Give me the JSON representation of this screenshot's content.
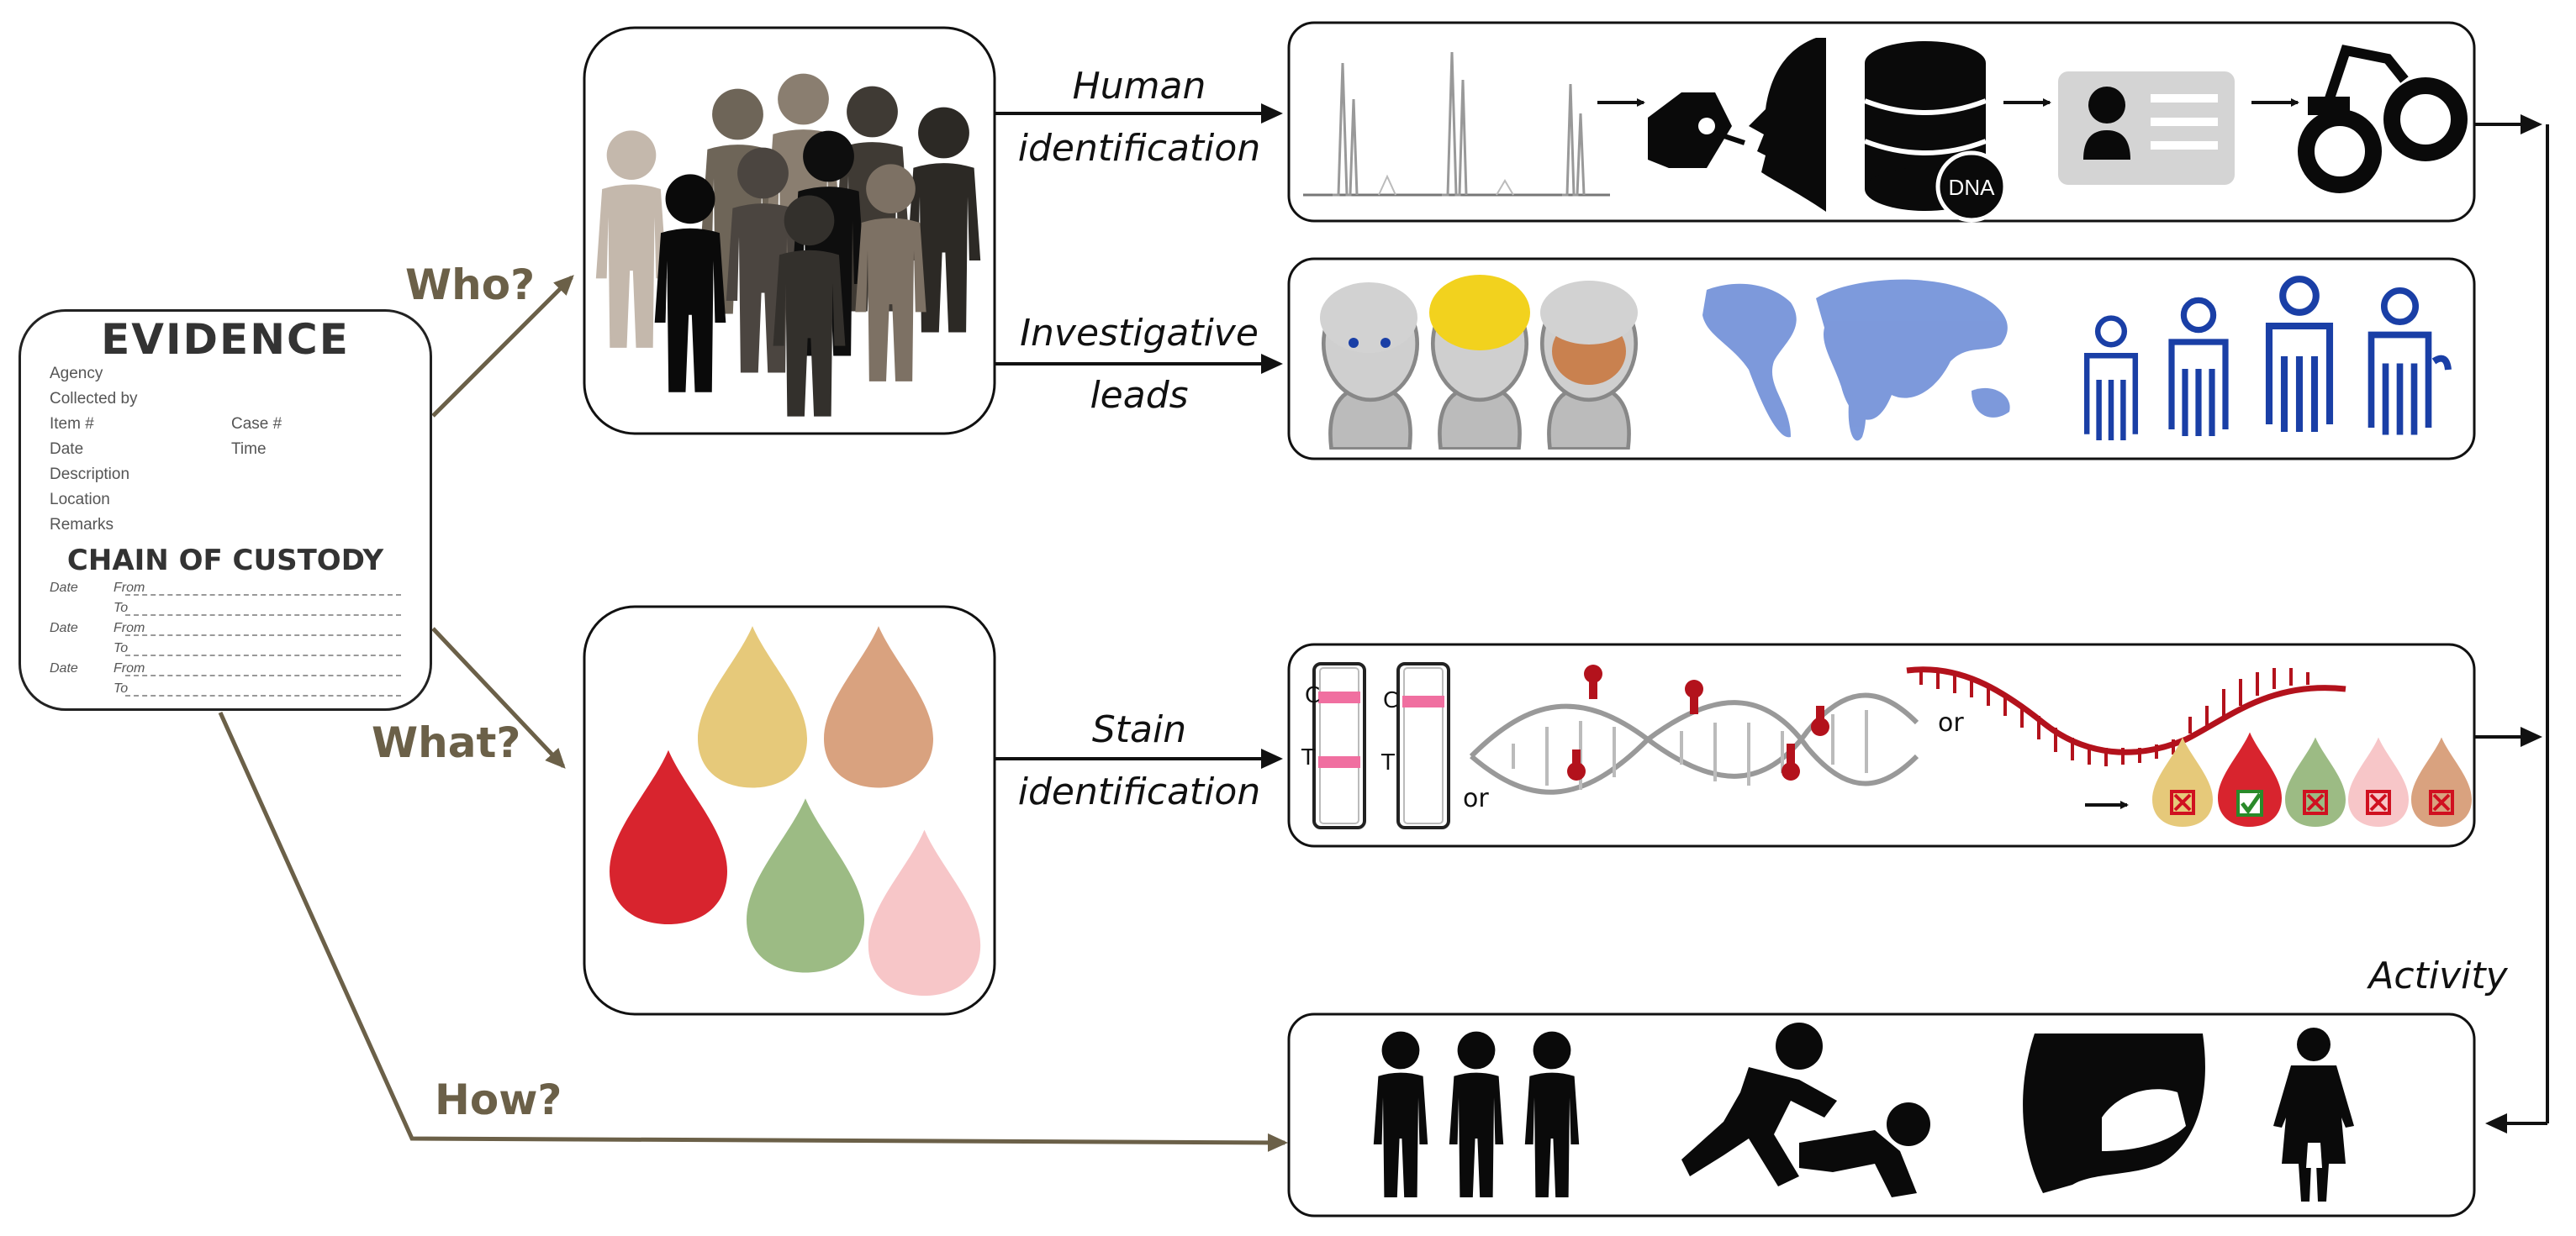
{
  "evidence_card": {
    "title": "EVIDENCE",
    "fields": [
      "Agency",
      "Collected by",
      "Item #",
      "Case #",
      "Date",
      "Time",
      "Description",
      "Location",
      "Remarks"
    ],
    "chain_title": "CHAIN OF CUSTODY",
    "chain_labels": [
      "Date",
      "From",
      "To",
      "Date",
      "From",
      "To",
      "Date",
      "From",
      "To"
    ]
  },
  "questions": {
    "who": "Who?",
    "what": "What?",
    "how": "How?"
  },
  "arrow_labels": {
    "human_identification": [
      "Human",
      "identification"
    ],
    "investigative_leads": [
      "Investigative",
      "leads"
    ],
    "stain_identification": [
      "Stain",
      "identification"
    ],
    "activity": "Activity"
  },
  "panel_text": {
    "dna_badge": "DNA",
    "strip_c": "C",
    "strip_t": "T",
    "or": "or"
  },
  "colors": {
    "arrow_olive": "#6b6048",
    "stain_blood": "#d8242e",
    "stain_semen": "#e6c97a",
    "stain_skin": "#d9a27f",
    "stain_green": "#9cbb84",
    "stain_pink": "#f7c6c8",
    "profile_blue": "#1a3fa6",
    "map_blue": "#6f8fd8"
  },
  "icons": [
    "crowd-icon",
    "electropherogram-icon",
    "buccal-swab-icon",
    "dna-database-icon",
    "id-card-icon",
    "handcuffs-icon",
    "face-phenotype-icon",
    "world-map-icon",
    "age-progression-icon",
    "lateral-flow-test-icon",
    "dna-methylation-icon",
    "mrna-icon",
    "blood-drop-icon",
    "group-icon",
    "assault-icon",
    "groping-icon",
    "child-abuse-icon"
  ]
}
